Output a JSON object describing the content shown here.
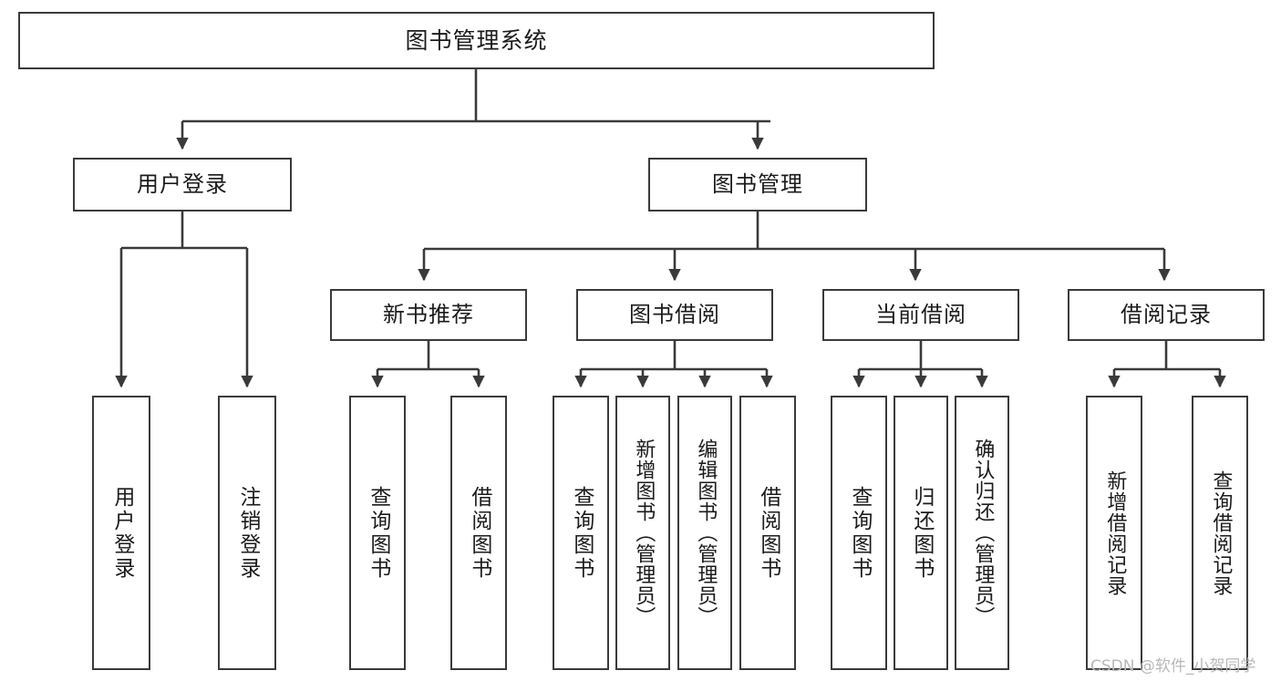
{
  "diagram": {
    "title": "图书管理系统",
    "type": "tree-hierarchy",
    "watermark": "CSDN @软件_小贺同学",
    "edge_color": "#3a3a3a",
    "node_border_color": "#3a3a3a",
    "node_fill_color": "#ffffff",
    "text_color": "#1b1b1b"
  },
  "nodes": {
    "root": {
      "label": "图书管理系统"
    },
    "level2": [
      {
        "id": "user-login",
        "label": "用户登录"
      },
      {
        "id": "book-management",
        "label": "图书管理"
      }
    ],
    "level3": [
      {
        "id": "new-book-recommend",
        "label": "新书推荐"
      },
      {
        "id": "book-borrow",
        "label": "图书借阅"
      },
      {
        "id": "current-borrow",
        "label": "当前借阅"
      },
      {
        "id": "borrow-record",
        "label": "借阅记录"
      }
    ],
    "leaves": [
      {
        "id": "leaf-user-login",
        "label": "用户登录",
        "parent": "user-login"
      },
      {
        "id": "leaf-user-logout",
        "label": "注销登录",
        "parent": "user-login"
      },
      {
        "id": "leaf-query-book-1",
        "label": "查询图书",
        "parent": "new-book-recommend"
      },
      {
        "id": "leaf-borrow-book-1",
        "label": "借阅图书",
        "parent": "new-book-recommend"
      },
      {
        "id": "leaf-query-book-2",
        "label": "查询图书",
        "parent": "book-borrow"
      },
      {
        "id": "leaf-add-book",
        "label": "新增图书（管理员）",
        "parent": "book-borrow"
      },
      {
        "id": "leaf-edit-book",
        "label": "编辑图书（管理员）",
        "parent": "book-borrow"
      },
      {
        "id": "leaf-borrow-book-2",
        "label": "借阅图书",
        "parent": "book-borrow"
      },
      {
        "id": "leaf-query-book-3",
        "label": "查询图书",
        "parent": "current-borrow"
      },
      {
        "id": "leaf-return-book",
        "label": "归还图书",
        "parent": "current-borrow"
      },
      {
        "id": "leaf-confirm-return",
        "label": "确认归还（管理员）",
        "parent": "current-borrow"
      },
      {
        "id": "leaf-add-record",
        "label": "新增借阅记录",
        "parent": "borrow-record"
      },
      {
        "id": "leaf-query-record",
        "label": "查询借阅记录",
        "parent": "borrow-record"
      }
    ]
  }
}
